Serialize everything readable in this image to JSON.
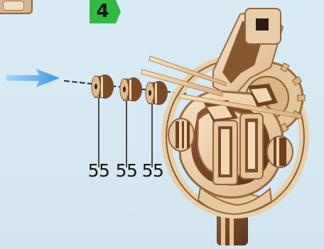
{
  "step": {
    "number": "4"
  },
  "colors": {
    "background": "#d7e9f3",
    "accent_green": "#31ba42",
    "wood_light": "#f0d8b4",
    "wood_dark": "#6a3f22",
    "arrow_blue": "#49a7e8"
  },
  "icons": {
    "corner_tab": "wood-sheet-icon",
    "insert_arrow": "blue-arrow-icon"
  },
  "parts": [
    {
      "label": "55"
    },
    {
      "label": "55"
    },
    {
      "label": "55"
    }
  ]
}
